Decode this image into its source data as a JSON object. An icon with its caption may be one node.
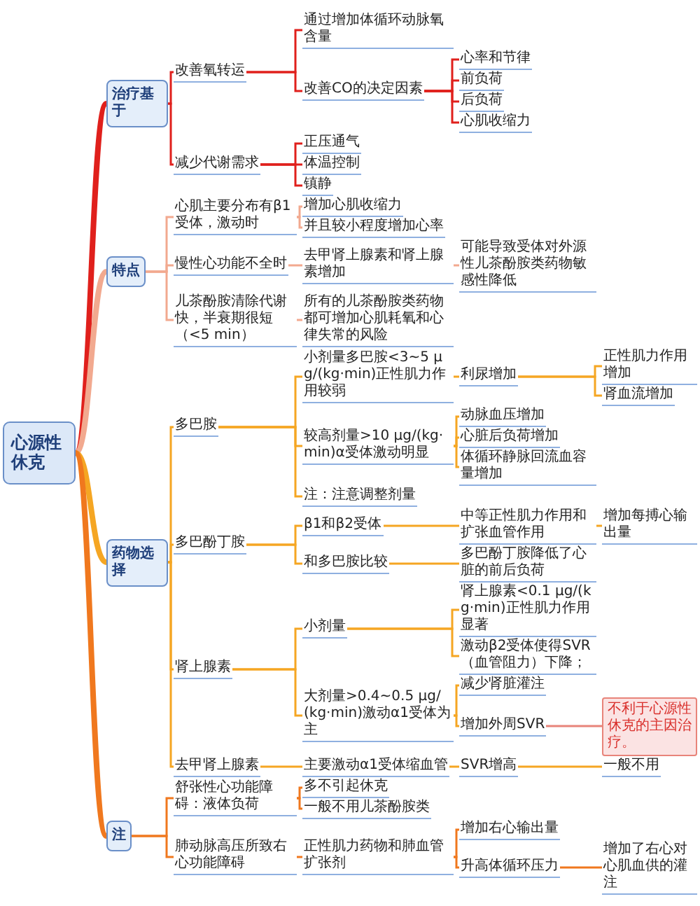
{
  "diagram": {
    "nodes": [
      {
        "text": [
          "心源性休克"
        ]
      },
      {
        "text": [
          "治疗基于"
        ]
      },
      {
        "text": [
          "改善氧转运"
        ]
      },
      {
        "text": [
          "通过增加体循环动脉氧含量"
        ]
      },
      {
        "text": [
          "改善CO的决定因素"
        ]
      },
      {
        "text": [
          "心率和节律"
        ]
      },
      {
        "text": [
          "前负荷"
        ]
      },
      {
        "text": [
          "后负荷"
        ]
      },
      {
        "text": [
          "心肌收缩力"
        ]
      },
      {
        "text": [
          "减少代谢需求"
        ]
      },
      {
        "text": [
          "正压通气"
        ]
      },
      {
        "text": [
          "体温控制"
        ]
      },
      {
        "text": [
          "镇静"
        ]
      },
      {
        "text": [
          "特点"
        ]
      },
      {
        "text": [
          "心肌主要分布有β1受体，激动时"
        ]
      },
      {
        "text": [
          "增加心肌收缩力"
        ]
      },
      {
        "text": [
          "并且较小程度增加心率"
        ]
      },
      {
        "text": [
          "慢性心功能不全时"
        ]
      },
      {
        "text": [
          "去甲肾上腺素和肾上腺素增加"
        ]
      },
      {
        "text": [
          "可能导致受体对外源性儿茶酚胺类药物敏感性降低"
        ]
      },
      {
        "text": [
          "儿茶酚胺清除代谢快，半衰期很短（<5 min）"
        ]
      },
      {
        "text": [
          "所有的儿茶酚胺类药物都可增加心肌耗氧和心律失常的风险"
        ]
      },
      {
        "text": [
          "药物选择"
        ]
      },
      {
        "text": [
          "多巴胺"
        ]
      },
      {
        "text": [
          "小剂量多巴胺<3~5 μg/(kg·min)正性肌力作用较弱"
        ]
      },
      {
        "text": [
          "利尿增加"
        ]
      },
      {
        "text": [
          "正性肌力作用增加"
        ]
      },
      {
        "text": [
          "肾血流增加"
        ]
      },
      {
        "text": [
          "较高剂量>10 μg/(kg·min)α受体激动明显"
        ]
      },
      {
        "text": [
          "动脉血压增加"
        ]
      },
      {
        "text": [
          "心脏后负荷增加"
        ]
      },
      {
        "text": [
          "体循环静脉回流血容量增加"
        ]
      },
      {
        "text": [
          "注：注意调整剂量"
        ]
      },
      {
        "text": [
          "多巴酚丁胺"
        ]
      },
      {
        "text": [
          "β1和β2受体"
        ]
      },
      {
        "text": [
          "中等正性肌力作用和扩张血管作用"
        ]
      },
      {
        "text": [
          "增加每搏心输出量"
        ]
      },
      {
        "text": [
          "和多巴胺比较"
        ]
      },
      {
        "text": [
          "多巴酚丁胺降低了心脏的前后负荷"
        ]
      },
      {
        "text": [
          "肾上腺素"
        ]
      },
      {
        "text": [
          "小剂量"
        ]
      },
      {
        "text": [
          "肾上腺素<0.1 μg/(kg·min)正性肌力作用显著"
        ]
      },
      {
        "text": [
          "激动β2受体使得SVR（血管阻力）下降；"
        ]
      },
      {
        "text": [
          "大剂量>0.4~0.5 μg/(kg·min)激动α1受体为主"
        ]
      },
      {
        "text": [
          "减少肾脏灌注"
        ]
      },
      {
        "text": [
          "增加外周SVR"
        ]
      },
      {
        "text": [
          "不利于心源性休克的主因治疗。"
        ]
      },
      {
        "text": [
          "去甲肾上腺素"
        ]
      },
      {
        "text": [
          "主要激动α1受体缩血管"
        ]
      },
      {
        "text": [
          "SVR增高"
        ]
      },
      {
        "text": [
          "一般不用"
        ]
      },
      {
        "text": [
          "注"
        ]
      },
      {
        "text": [
          "舒张性心功能障碍：液体负荷"
        ]
      },
      {
        "text": [
          "多不引起休克"
        ]
      },
      {
        "text": [
          "一般不用儿茶酚胺类"
        ]
      },
      {
        "text": [
          "肺动脉高压所致右心功能障碍"
        ]
      },
      {
        "text": [
          "正性肌力药物和肺血管扩张剂"
        ]
      },
      {
        "text": [
          "增加右心输出量"
        ]
      },
      {
        "text": [
          "升高体循环压力"
        ]
      },
      {
        "text": [
          "增加了右心对心肌血供的灌注"
        ]
      }
    ],
    "edges": [
      {
        "from": 0,
        "to": 1,
        "arrow": "none",
        "style": "thick",
        "color": "#e0201c"
      },
      {
        "from": 1,
        "to": 2,
        "arrow": "none",
        "color": "#e0201c"
      },
      {
        "from": 2,
        "to": 3,
        "arrow": "none",
        "color": "#e0201c"
      },
      {
        "from": 2,
        "to": 4,
        "arrow": "none",
        "color": "#e0201c"
      },
      {
        "from": 4,
        "to": 5,
        "arrow": "none",
        "color": "#e0201c"
      },
      {
        "from": 4,
        "to": 6,
        "arrow": "none",
        "color": "#e0201c"
      },
      {
        "from": 4,
        "to": 7,
        "arrow": "none",
        "color": "#e0201c"
      },
      {
        "from": 4,
        "to": 8,
        "arrow": "none",
        "color": "#e0201c"
      },
      {
        "from": 1,
        "to": 9,
        "arrow": "none",
        "color": "#e0201c"
      },
      {
        "from": 9,
        "to": 10,
        "arrow": "none",
        "color": "#e0201c"
      },
      {
        "from": 9,
        "to": 11,
        "arrow": "none",
        "color": "#e0201c"
      },
      {
        "from": 9,
        "to": 12,
        "arrow": "none",
        "color": "#e0201c"
      },
      {
        "from": 0,
        "to": 13,
        "arrow": "none",
        "style": "thick",
        "color": "#f2a98f"
      },
      {
        "from": 13,
        "to": 14,
        "arrow": "none",
        "color": "#f2a98f"
      },
      {
        "from": 14,
        "to": 15,
        "arrow": "none",
        "color": "#f2a98f"
      },
      {
        "from": 14,
        "to": 16,
        "arrow": "none",
        "color": "#f2a98f"
      },
      {
        "from": 13,
        "to": 17,
        "arrow": "none",
        "color": "#f2a98f"
      },
      {
        "from": 17,
        "to": 18,
        "arrow": "none",
        "color": "#f2a98f"
      },
      {
        "from": 18,
        "to": 19,
        "arrow": "none",
        "color": "#f2a98f"
      },
      {
        "from": 13,
        "to": 20,
        "arrow": "none",
        "color": "#f2a98f"
      },
      {
        "from": 20,
        "to": 21,
        "arrow": "none",
        "color": "#f2a98f"
      },
      {
        "from": 0,
        "to": 22,
        "arrow": "none",
        "style": "thick",
        "color": "#f5a623"
      },
      {
        "from": 22,
        "to": 23,
        "arrow": "none",
        "color": "#f5a623"
      },
      {
        "from": 23,
        "to": 24,
        "arrow": "none",
        "color": "#f5a623"
      },
      {
        "from": 24,
        "to": 25,
        "arrow": "none",
        "color": "#f5a623"
      },
      {
        "from": 25,
        "to": 26,
        "arrow": "none",
        "color": "#f5a623"
      },
      {
        "from": 25,
        "to": 27,
        "arrow": "none",
        "color": "#f5a623"
      },
      {
        "from": 23,
        "to": 28,
        "arrow": "none",
        "color": "#f5a623"
      },
      {
        "from": 28,
        "to": 29,
        "arrow": "none",
        "color": "#f5a623"
      },
      {
        "from": 28,
        "to": 30,
        "arrow": "none",
        "color": "#f5a623"
      },
      {
        "from": 28,
        "to": 31,
        "arrow": "none",
        "color": "#f5a623"
      },
      {
        "from": 23,
        "to": 32,
        "arrow": "none",
        "color": "#f5a623"
      },
      {
        "from": 22,
        "to": 33,
        "arrow": "none",
        "color": "#f5a623"
      },
      {
        "from": 33,
        "to": 34,
        "arrow": "none",
        "color": "#f5a623"
      },
      {
        "from": 34,
        "to": 35,
        "arrow": "none",
        "color": "#f5a623"
      },
      {
        "from": 35,
        "to": 36,
        "arrow": "none",
        "color": "#f5a623"
      },
      {
        "from": 33,
        "to": 37,
        "arrow": "none",
        "color": "#f5a623"
      },
      {
        "from": 37,
        "to": 38,
        "arrow": "none",
        "color": "#f5a623"
      },
      {
        "from": 22,
        "to": 39,
        "arrow": "none",
        "color": "#f5a623"
      },
      {
        "from": 39,
        "to": 40,
        "arrow": "none",
        "color": "#f5a623"
      },
      {
        "from": 40,
        "to": 41,
        "arrow": "none",
        "color": "#f5a623"
      },
      {
        "from": 40,
        "to": 42,
        "arrow": "none",
        "color": "#f5a623"
      },
      {
        "from": 39,
        "to": 43,
        "arrow": "none",
        "color": "#f5a623"
      },
      {
        "from": 43,
        "to": 44,
        "arrow": "none",
        "color": "#f5a623"
      },
      {
        "from": 43,
        "to": 45,
        "arrow": "none",
        "color": "#f5a623"
      },
      {
        "from": 45,
        "to": 46,
        "arrow": "none",
        "color": "#e8847a"
      },
      {
        "from": 22,
        "to": 47,
        "arrow": "none",
        "color": "#f5a623"
      },
      {
        "from": 47,
        "to": 48,
        "arrow": "none",
        "color": "#f5a623"
      },
      {
        "from": 48,
        "to": 49,
        "arrow": "none",
        "color": "#f5a623"
      },
      {
        "from": 49,
        "to": 50,
        "arrow": "none",
        "color": "#f5a623"
      },
      {
        "from": 0,
        "to": 51,
        "arrow": "none",
        "style": "thick",
        "color": "#f0781e"
      },
      {
        "from": 51,
        "to": 52,
        "arrow": "none",
        "color": "#f0781e"
      },
      {
        "from": 52,
        "to": 53,
        "arrow": "none",
        "color": "#f0781e"
      },
      {
        "from": 52,
        "to": 54,
        "arrow": "none",
        "color": "#f0781e"
      },
      {
        "from": 51,
        "to": 55,
        "arrow": "none",
        "color": "#f0781e"
      },
      {
        "from": 55,
        "to": 56,
        "arrow": "none",
        "color": "#f0781e"
      },
      {
        "from": 56,
        "to": 57,
        "arrow": "none",
        "color": "#f0781e"
      },
      {
        "from": 56,
        "to": 58,
        "arrow": "none",
        "color": "#f0781e"
      },
      {
        "from": 58,
        "to": 59,
        "arrow": "none",
        "color": "#f0781e"
      }
    ]
  }
}
